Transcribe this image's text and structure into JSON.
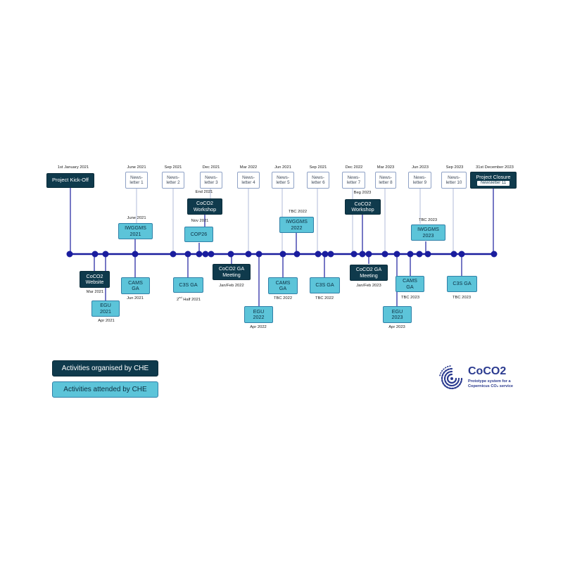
{
  "colors": {
    "organised": "#0f3a4c",
    "attended": "#5cc4d9",
    "timeline": "#1a1d9e",
    "newsletter_border": "#8fa2c6",
    "logo": "#2a3a8f"
  },
  "top": {
    "kickoff_date": "1st January 2021",
    "kickoff": "Project Kick-Off",
    "closure_date": "31st December 2023",
    "closure": "Project Closure",
    "closure_sub": "Newsletter 11"
  },
  "newsletters": [
    {
      "date": "June 2021",
      "l1": "News-",
      "l2": "letter 1"
    },
    {
      "date": "Sep 2021",
      "l1": "News-",
      "l2": "letter 2"
    },
    {
      "date": "Dec 2021",
      "l1": "News-",
      "l2": "letter 3"
    },
    {
      "date": "Mar 2022",
      "l1": "News-",
      "l2": "letter 4"
    },
    {
      "date": "Jun 2021",
      "l1": "News-",
      "l2": "letter 5"
    },
    {
      "date": "Sep 2021",
      "l1": "News-",
      "l2": "letter 6"
    },
    {
      "date": "Dec 2022",
      "l1": "News-",
      "l2": "letter 7"
    },
    {
      "date": "Mar 2023",
      "l1": "News-",
      "l2": "letter 8"
    },
    {
      "date": "Jun 2023",
      "l1": "News-",
      "l2": "letter 9"
    },
    {
      "date": "Sep 2023",
      "l1": "News-",
      "l2": "letter 10"
    }
  ],
  "above": {
    "iwggms2021": {
      "date": "June 2021",
      "l1": "IWGGMS",
      "l2": "2021"
    },
    "workshop2021": {
      "date": "End 2021",
      "l1": "CoCO2",
      "l2": "Workshop"
    },
    "cop26": {
      "date": "Nov 2021",
      "l1": "COP26"
    },
    "iwggms2022": {
      "date": "TBC 2022",
      "l1": "IWGGMS",
      "l2": "2022"
    },
    "workshop2023": {
      "date": "Beg 2023",
      "l1": "CoCO2",
      "l2": "Workshop"
    },
    "iwggms2023": {
      "date": "TBC 2023",
      "l1": "IWGGMS",
      "l2": "2023"
    }
  },
  "below": {
    "website": {
      "l1": "CoCO2",
      "l2": "Website",
      "date": "Mar 2021"
    },
    "egu2021": {
      "l1": "EGU",
      "l2": "2021",
      "date": "Apr 2021"
    },
    "cams2021": {
      "l1": "CAMS",
      "l2": "GA",
      "date": "Jun 2021"
    },
    "c3s2021": {
      "l1": "C3S GA",
      "date_pre": "2",
      "date_sup": "nd",
      "date_post": " Half 2021"
    },
    "ga2022": {
      "l1": "CoCO2 GA",
      "l2": "Meeting",
      "date": "Jan/Feb 2022"
    },
    "egu2022": {
      "l1": "EGU",
      "l2": "2022",
      "date": "Apr 2022"
    },
    "cams2022": {
      "l1": "CAMS",
      "l2": "GA",
      "date": "TBC 2022"
    },
    "c3s2022": {
      "l1": "C3S GA",
      "date": "TBC 2022"
    },
    "ga2023": {
      "l1": "CoCO2 GA",
      "l2": "Meeting",
      "date": "Jan/Feb 2023"
    },
    "egu2023": {
      "l1": "EGU",
      "l2": "2023",
      "date": "Apr 2023"
    },
    "cams2023": {
      "l1": "CAMS",
      "l2": "GA",
      "date": "TBC 2023"
    },
    "c3s2023": {
      "l1": "C3S GA",
      "date": "TBC 2023"
    }
  },
  "legend": {
    "organised": "Activities organised by CHE",
    "attended": "Activities attended by CHE"
  },
  "logo": {
    "title": "CoCO2",
    "sub1": "Prototype system for a",
    "sub2": "Copernicus CO₂ service",
    "icon": "coco2-spiral-logo-icon"
  }
}
